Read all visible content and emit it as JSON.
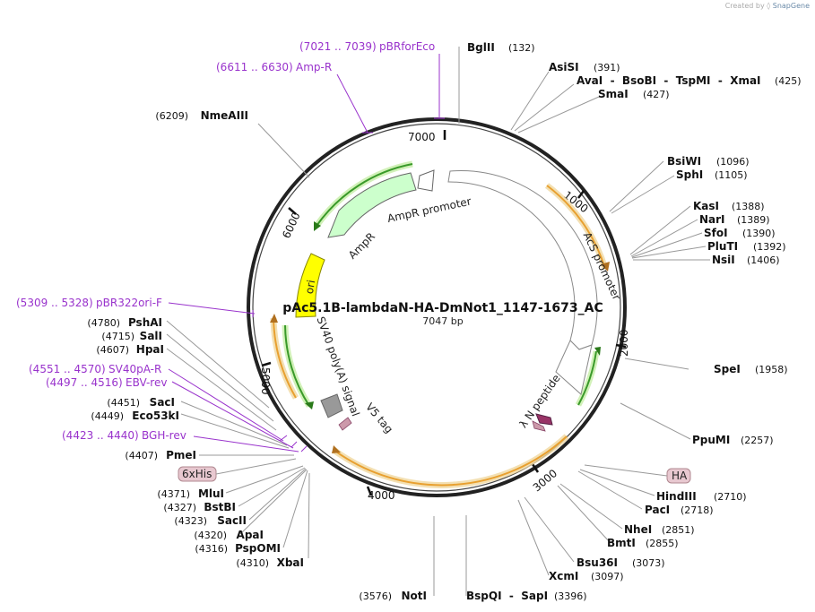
{
  "credit": {
    "prefix": "Created by",
    "brand": "SnapGene"
  },
  "plasmid": {
    "name": "pAc5.1B-lambdaN-HA-DmNot1_1147-1673_AC",
    "length_label": "7047 bp",
    "length": 7047
  },
  "ticks": [
    {
      "bp": 1000,
      "label": "1000"
    },
    {
      "bp": 2000,
      "label": "2000"
    },
    {
      "bp": 3000,
      "label": "3000"
    },
    {
      "bp": 4000,
      "label": "4000"
    },
    {
      "bp": 5000,
      "label": "5000"
    },
    {
      "bp": 6000,
      "label": "6000"
    },
    {
      "bp": 7000,
      "label": "7000"
    }
  ],
  "features": [
    {
      "name": "AcS promoter",
      "start": 140,
      "end": 2120,
      "color": "#ffffff"
    },
    {
      "name": "λ N peptide",
      "start": 2520,
      "end": 2580,
      "color": "#993366"
    },
    {
      "name": "AmpR promoter",
      "start": 6930,
      "end": 7010,
      "color": "#ffffff"
    },
    {
      "name": "AmpR",
      "start": 6010,
      "end": 6900,
      "color": "#ccffcc"
    },
    {
      "name": "ori",
      "start": 5480,
      "end": 5720,
      "color": "#ffff00"
    },
    {
      "name": "SV40 poly(A) signal",
      "start": 4570,
      "end": 4700,
      "color": "#999999"
    },
    {
      "name": "V5 tag",
      "start": 4520,
      "end": 4560,
      "color": "#cc99aa"
    }
  ],
  "primers": [
    {
      "label": "pBRforEco",
      "range": "(7021 .. 7039)"
    },
    {
      "label": "Amp-R",
      "range": "(6611 .. 6630)"
    },
    {
      "label": "pBR322ori-F",
      "range": "(5309 .. 5328)"
    },
    {
      "label": "SV40pA-R",
      "range": "(4551 .. 4570)"
    },
    {
      "label": "EBV-rev",
      "range": "(4497 .. 4516)"
    },
    {
      "label": "BGH-rev",
      "range": "(4423 .. 4440)"
    }
  ],
  "tags": [
    {
      "label": "6xHis"
    },
    {
      "label": "HA"
    }
  ],
  "enzymes_right": [
    {
      "name": "BglII",
      "pos": "(132)"
    },
    {
      "name": "AsiSI",
      "pos": "(391)"
    },
    {
      "name": "AvaI  -  BsoBI  -  TspMI  -  XmaI",
      "pos": "(425)"
    },
    {
      "name": "SmaI",
      "pos": "(427)"
    },
    {
      "name": "BsiWI",
      "pos": "(1096)"
    },
    {
      "name": "SphI",
      "pos": "(1105)"
    },
    {
      "name": "KasI",
      "pos": "(1388)"
    },
    {
      "name": "NarI",
      "pos": "(1389)"
    },
    {
      "name": "SfoI",
      "pos": "(1390)"
    },
    {
      "name": "PluTI",
      "pos": "(1392)"
    },
    {
      "name": "NsiI",
      "pos": "(1406)"
    },
    {
      "name": "SpeI",
      "pos": "(1958)"
    },
    {
      "name": "PpuMI",
      "pos": "(2257)"
    },
    {
      "name": "HindIII",
      "pos": "(2710)"
    },
    {
      "name": "PacI",
      "pos": "(2718)"
    },
    {
      "name": "NheI",
      "pos": "(2851)"
    },
    {
      "name": "BmtI",
      "pos": "(2855)"
    },
    {
      "name": "Bsu36I",
      "pos": "(3073)"
    },
    {
      "name": "XcmI",
      "pos": "(3097)"
    },
    {
      "name": "BspQI  -  SapI",
      "pos": "(3396)"
    }
  ],
  "enzymes_left": [
    {
      "name": "NmeAIII",
      "pos": "(6209)"
    },
    {
      "name": "PshAI",
      "pos": "(4780)"
    },
    {
      "name": "SalI",
      "pos": "(4715)"
    },
    {
      "name": "HpaI",
      "pos": "(4607)"
    },
    {
      "name": "SacI",
      "pos": "(4451)"
    },
    {
      "name": "Eco53kI",
      "pos": "(4449)"
    },
    {
      "name": "PmeI",
      "pos": "(4407)"
    },
    {
      "name": "MluI",
      "pos": "(4371)"
    },
    {
      "name": "BstBI",
      "pos": "(4327)"
    },
    {
      "name": "SacII",
      "pos": "(4323)"
    },
    {
      "name": "ApaI",
      "pos": "(4320)"
    },
    {
      "name": "PspOMI",
      "pos": "(4316)"
    },
    {
      "name": "XbaI",
      "pos": "(4310)"
    },
    {
      "name": "NotI",
      "pos": "(3576)"
    }
  ]
}
